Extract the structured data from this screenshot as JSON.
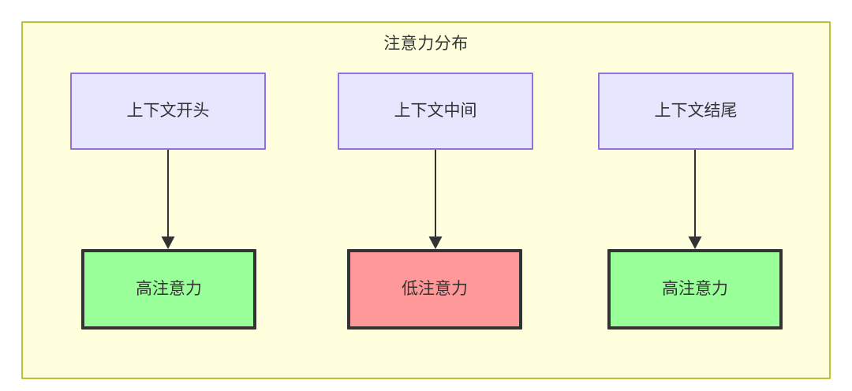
{
  "diagram": {
    "type": "flowchart",
    "title": "注意力分布",
    "cluster": {
      "label": "注意力分布",
      "background_color": "#ffffde",
      "border_color": "#bfbf35"
    },
    "nodes": [
      {
        "id": "ctx-start",
        "label": "上下文开头",
        "row": "top",
        "column": 1,
        "fill_color": "#e6e6fe",
        "border_color": "#9370db"
      },
      {
        "id": "ctx-middle",
        "label": "上下文中间",
        "row": "top",
        "column": 2,
        "fill_color": "#e6e6fe",
        "border_color": "#9370db"
      },
      {
        "id": "ctx-end",
        "label": "上下文结尾",
        "row": "top",
        "column": 3,
        "fill_color": "#e6e6fe",
        "border_color": "#9370db"
      },
      {
        "id": "attn-high-1",
        "label": "高注意力",
        "row": "bottom",
        "column": 1,
        "fill_color": "#99ff99",
        "border_color": "#333333"
      },
      {
        "id": "attn-low",
        "label": "低注意力",
        "row": "bottom",
        "column": 2,
        "fill_color": "#ff9999",
        "border_color": "#333333"
      },
      {
        "id": "attn-high-2",
        "label": "高注意力",
        "row": "bottom",
        "column": 3,
        "fill_color": "#99ff99",
        "border_color": "#333333"
      }
    ],
    "edges": [
      {
        "from": "ctx-start",
        "to": "attn-high-1",
        "label": "",
        "arrow": "solid"
      },
      {
        "from": "ctx-middle",
        "to": "attn-low",
        "label": "",
        "arrow": "solid"
      },
      {
        "from": "ctx-end",
        "to": "attn-high-2",
        "label": "",
        "arrow": "solid"
      }
    ],
    "edge_color": "#333333",
    "text_color": "#333333"
  }
}
